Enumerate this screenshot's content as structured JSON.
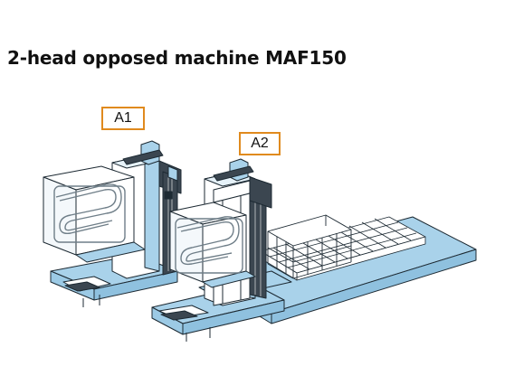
{
  "title": "2-head opposed machine MAF150",
  "labels": {
    "a1": "A1",
    "a2": "A2"
  },
  "colors": {
    "accent_box": "#e08a1e",
    "base_blue": "#a9d2ea",
    "outline": "#1d2a33",
    "panel_white": "#ffffff",
    "dark_steel": "#3b4650"
  }
}
